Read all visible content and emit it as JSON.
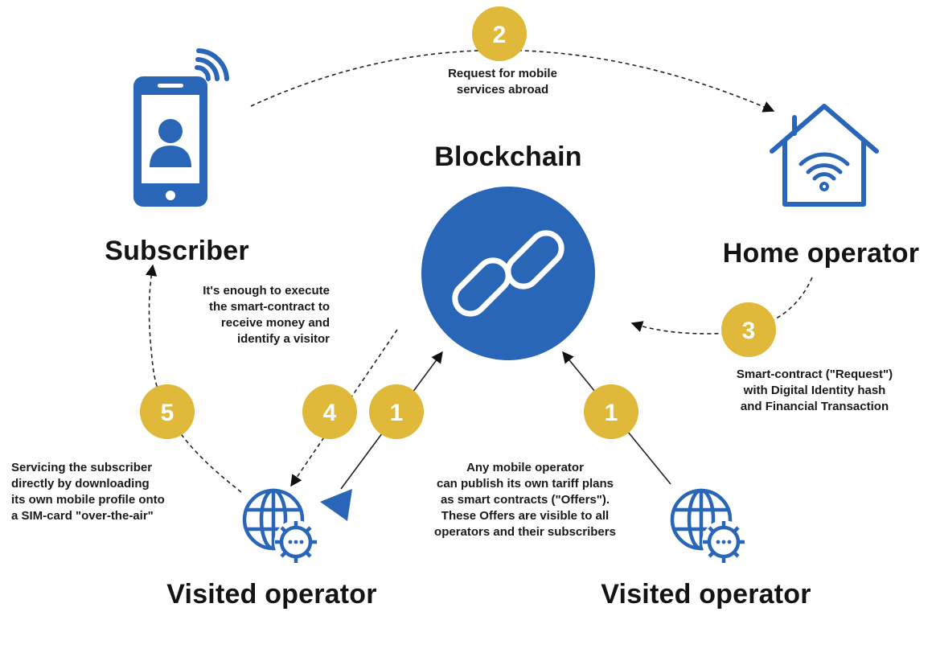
{
  "colors": {
    "primary_blue": "#2a66b8",
    "badge_gold": "#e0b83a",
    "text": "#141414"
  },
  "center": {
    "title": "Blockchain",
    "icon": "chain-link-icon"
  },
  "nodes": {
    "subscriber": {
      "label": "Subscriber",
      "icon": "smartphone-user-icon"
    },
    "home_operator": {
      "label": "Home operator",
      "icon": "house-wifi-icon"
    },
    "visited_operator_left": {
      "label": "Visited operator",
      "icon": "globe-gear-icon"
    },
    "visited_operator_right": {
      "label": "Visited operator",
      "icon": "globe-gear-icon"
    }
  },
  "steps": {
    "step2": {
      "number": "2",
      "lines": [
        "Request for mobile",
        "services abroad"
      ]
    },
    "step3": {
      "number": "3",
      "lines": [
        "Smart-contract (\"Request\")",
        "with Digital Identity hash",
        "and Financial Transaction"
      ]
    },
    "step4": {
      "number": "4",
      "lines": [
        "It's enough to execute",
        "the smart-contract to",
        "receive money and",
        "identify a visitor"
      ]
    },
    "step1_left": {
      "number": "1"
    },
    "step1_right": {
      "number": "1",
      "lines": [
        "Any mobile operator",
        "can publish its own tariff plans",
        "as smart contracts (\"Offers\").",
        "These Offers are visible to all",
        "operators and their subscribers"
      ]
    },
    "step5": {
      "number": "5",
      "lines": [
        "Servicing the subscriber",
        "directly by downloading",
        "its own mobile profile onto",
        "a SIM-card \"over-the-air\""
      ]
    }
  }
}
